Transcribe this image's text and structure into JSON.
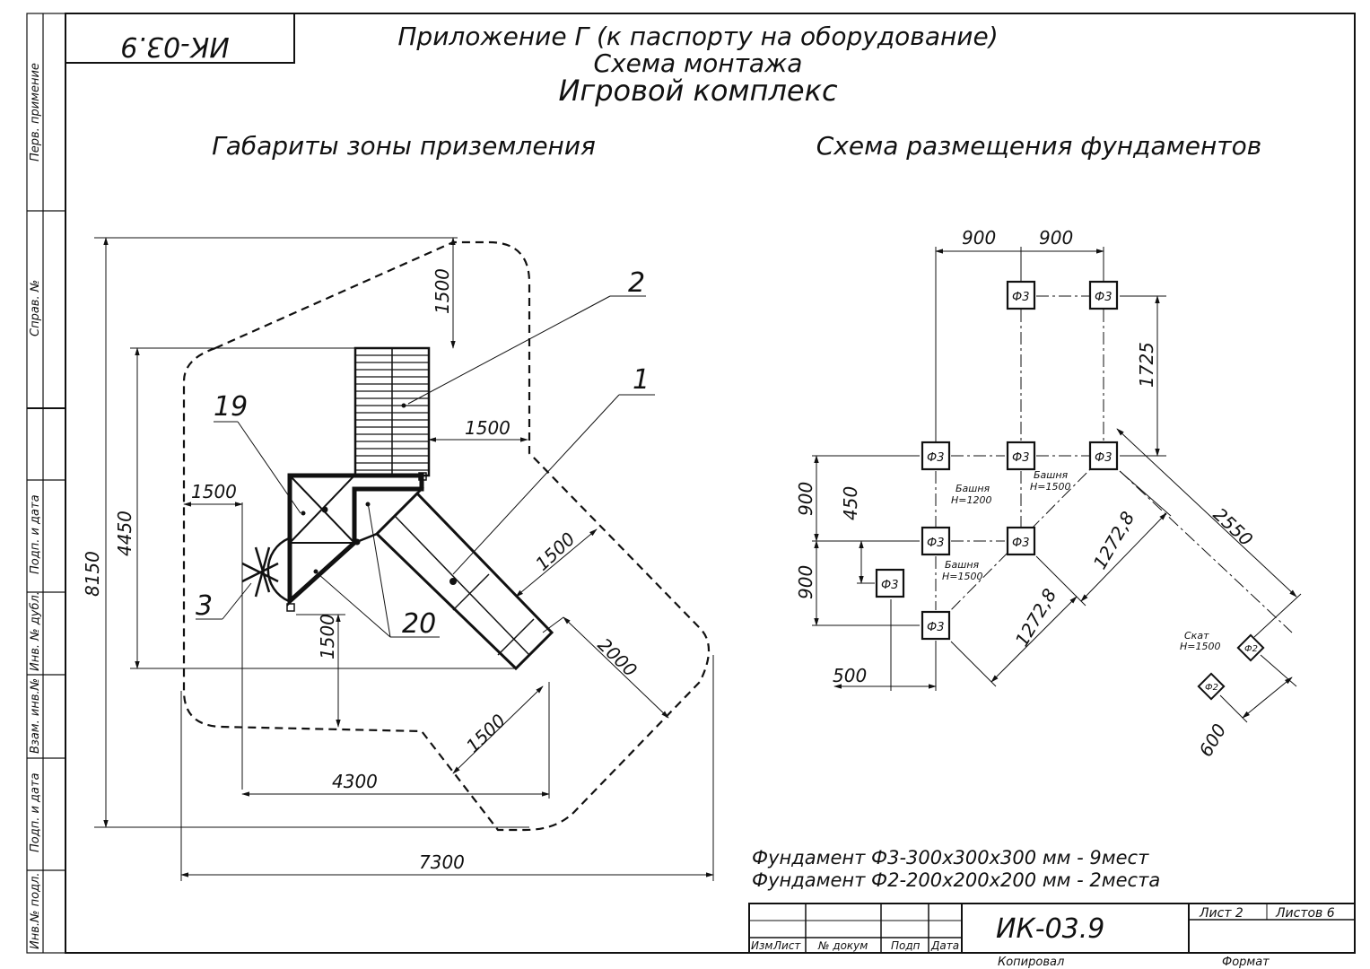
{
  "stamp": {
    "code": "ИК-03.9"
  },
  "header": {
    "line1": "Приложение Г (к паспорту на оборудование)",
    "line2": "Схема монтажа",
    "line3": "Игровой комплекс"
  },
  "left_title": "Габариты зоны приземления",
  "right_title": "Схема размещения фундаментов",
  "side_labels": [
    "Перв. примение",
    "Справ. №",
    "Подп. и дата",
    "Инв. № дубл.",
    "Взам. инв.№",
    "Подп. и дата",
    "Инв.№ подл."
  ],
  "left_dims": {
    "d8150": "8150",
    "d4450": "4450",
    "d1500_top": "1500",
    "d1500_mid": "1500",
    "d1500_left": "1500",
    "d1500_diag": "1500",
    "d1500_bottom": "1500",
    "d1500_low": "1500",
    "d2000": "2000",
    "d4300": "4300",
    "d7300": "7300"
  },
  "callouts": {
    "c2": "2",
    "c1": "1",
    "c19": "19",
    "c3": "3",
    "c20": "20"
  },
  "right_dims": {
    "d900a": "900",
    "d900b": "900",
    "d1725": "1725",
    "d900c": "900",
    "d450": "450",
    "d900d": "900",
    "d500": "500",
    "d2550": "2550",
    "d1272a": "1272,8",
    "d1272b": "1272,8",
    "d600": "600"
  },
  "foundation_label_f3": "Ф3",
  "foundation_label_f2": "Ф2",
  "annotations": {
    "tower1a": "Башня",
    "tower1b": "Н=1200",
    "tower2a": "Башня",
    "tower2b": "Н=1500",
    "tower3a": "Башня",
    "tower3b": "Н=1500",
    "slide_a": "Скат",
    "slide_b": "Н=1500"
  },
  "notes": {
    "note1": "Фундамент Ф3-300х300х300 мм - 9мест",
    "note2": "Фундамент Ф2-200х200х200 мм - 2места"
  },
  "title_block": {
    "code": "ИК-03.9",
    "sheet": "Лист 2",
    "sheets": "Листов 6",
    "col_izm": "Изм",
    "col_list": "Лист",
    "col_dokum": "№ докум",
    "col_podp": "Подп",
    "col_data": "Дата",
    "copied": "Копировал",
    "format": "Формат"
  }
}
